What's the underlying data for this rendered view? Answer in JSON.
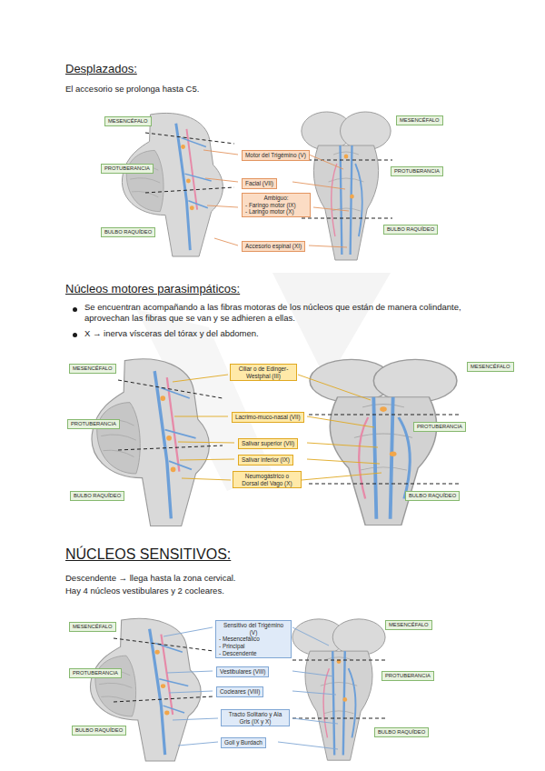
{
  "diagram": {
    "nodes": [
      {
        "text": [
          "MESENCÉFALO"
        ]
      },
      {
        "text": [
          "PROTUBERANCIA"
        ]
      },
      {
        "text": [
          "BULBO RAQUÍDEO"
        ]
      },
      {
        "text": [
          "Motor del Trigémino (V)"
        ]
      },
      {
        "text": [
          "Facial (VII)"
        ]
      },
      {
        "text": [
          "Ambiguo:",
          "- Faringo motor (IX)",
          "- Laringo motor (X)"
        ]
      },
      {
        "text": [
          "Accesorio espinal (XI)"
        ]
      },
      {
        "text": [
          "MESENCÉFALO"
        ]
      },
      {
        "text": [
          "PROTUBERANCIA"
        ]
      },
      {
        "text": [
          "BULBO RAQUÍDEO"
        ]
      },
      {
        "text": [
          "MESENCÉFALO"
        ]
      },
      {
        "text": [
          "PROTUBERANCIA"
        ]
      },
      {
        "text": [
          "BULBO RAQUÍDEO"
        ]
      },
      {
        "text": [
          "Ciliar o de Edinger-Westphal (III)"
        ]
      },
      {
        "text": [
          "Lacrimo-muco-nasal (VII)"
        ]
      },
      {
        "text": [
          "Salivar superior (VII)"
        ]
      },
      {
        "text": [
          "Salivar inferior (IX)"
        ]
      },
      {
        "text": [
          "Neumogástrico o Dorsal del Vago (X)"
        ]
      },
      {
        "text": [
          "MESENCÉFALO"
        ]
      },
      {
        "text": [
          "PROTUBERANCIA"
        ]
      },
      {
        "text": [
          "BULBO RAQUÍDEO"
        ]
      },
      {
        "text": [
          "MESENCÉFALO"
        ]
      },
      {
        "text": [
          "PROTUBERANCIA"
        ]
      },
      {
        "text": [
          "BULBO RAQUÍDEO"
        ]
      },
      {
        "text": [
          "Sensitivo del Trigémino (V)",
          "- Mesencefálico",
          "- Principal",
          "- Descendente"
        ]
      },
      {
        "text": [
          "Vestibulares (VIII)"
        ]
      },
      {
        "text": [
          "Cocleares (VIII)"
        ]
      },
      {
        "text": [
          "Tracto Solitario y Ala Gris (IX y X)"
        ]
      },
      {
        "text": [
          "Goll y Burdach"
        ]
      },
      {
        "text": [
          "MESENCÉFALO"
        ]
      },
      {
        "text": [
          "PROTUBERANCIA"
        ]
      },
      {
        "text": [
          "BULBO RAQUÍDEO"
        ]
      }
    ],
    "labels": [
      "Desplazados:",
      "El accesorio se prolonga hasta C5.",
      "Núcleos motores parasimpáticos:",
      "Se encuentran acompañando a las fibras motoras de los núcleos que están de manera colindante, aprovechan las fibras que se van y se adhieren a ellas.",
      "X → inerva vísceras del tórax y del abdomen.",
      "NÚCLEOS SENSITIVOS:",
      "Descendente → llega hasta la zona cervical.",
      "Hay 4 núcleos vestibulares y 2 cocleares."
    ]
  }
}
